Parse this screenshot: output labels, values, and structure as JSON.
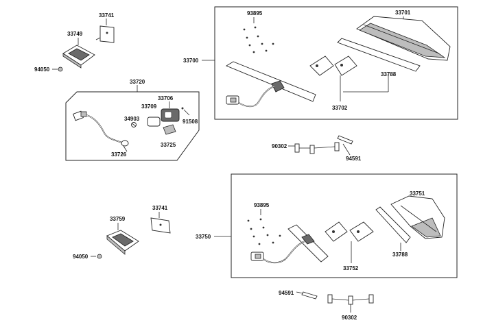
{
  "diagram": {
    "labels": {
      "p33741_top": "33741",
      "p33749": "33749",
      "p94050_top": "94050",
      "p33720": "33720",
      "p33706": "33706",
      "p33709": "33709",
      "p34903": "34903",
      "p91508": "91508",
      "p33725": "33725",
      "p33726": "33726",
      "p33700": "33700",
      "p93895_top": "93895",
      "p33701": "33701",
      "p33788_top": "33788",
      "p33702": "33702",
      "p90302_top": "90302",
      "p94591_top": "94591",
      "p33741_bot": "33741",
      "p33759": "33759",
      "p94050_bot": "94050",
      "p33750": "33750",
      "p93895_bot": "93895",
      "p33751": "33751",
      "p33788_bot": "33788",
      "p33752": "33752",
      "p94591_bot": "94591",
      "p90302_bot": "90302"
    }
  }
}
